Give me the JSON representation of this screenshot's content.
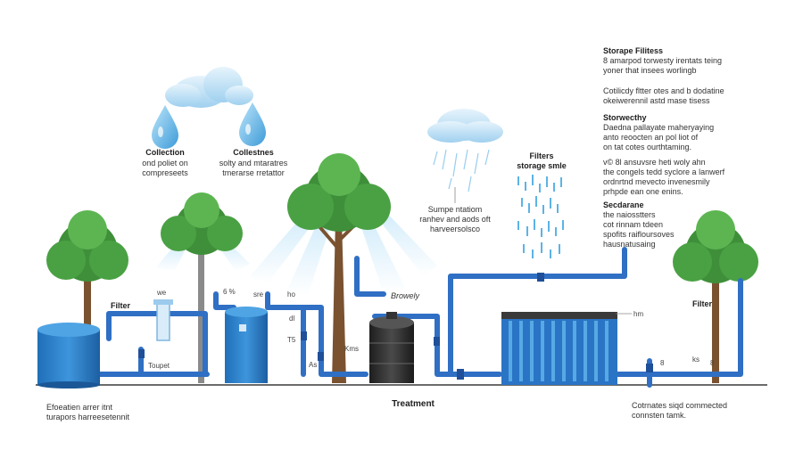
{
  "colors": {
    "pipe": "#2f6fc4",
    "pipe_dark": "#1f4f98",
    "tank_blue": "#2f84cf",
    "tank_dark": "#3a3a3a",
    "tree_green": "#3f8f3a",
    "trunk": "#7a5230",
    "cloud": "#bfe0f5",
    "water": "#8cc8ee",
    "ground": "#5a5a5a"
  },
  "icons": [
    "cloud-icon",
    "water-drop-icon",
    "tree-icon",
    "tank-icon",
    "pipe-icon",
    "rain-icon"
  ],
  "left_captions": {
    "collection": {
      "title": "Collection",
      "lines": [
        "ond poliet on",
        "compreseets"
      ]
    },
    "collestnes": {
      "title": "Collestnes",
      "lines": [
        "solty and mtaratres",
        "tmerarse rretattor"
      ]
    }
  },
  "middle_note": [
    "Sumpe ntatiom",
    "ranhev and aods oft",
    "harveersolsco"
  ],
  "filters_caption": [
    "Filters",
    "storage smle"
  ],
  "brovely_label": "Browely",
  "pipe_labels": {
    "we": "we",
    "filter_left": "Filter",
    "toupet": "Toupet",
    "pct": "6 %",
    "sre": "sre",
    "ho": "ho",
    "dl": "dl",
    "t5": "T5",
    "as": "As",
    "kms": "Kms",
    "hm": "hm",
    "filter_right": "Filter",
    "v1": "8",
    "v2": "ks",
    "v3": "8"
  },
  "treatment_label": "Treatment",
  "bottom_left": [
    "Efoeatien arrer itnt",
    "turapors harreesetennit"
  ],
  "bottom_right": [
    "Cotrnates siqd commected",
    "connsten tamk."
  ],
  "side_panel": [
    {
      "title": "Storape Filitess",
      "lines": [
        "8 amarpod torwesty irentats teing",
        "yoner that insees worlingb"
      ]
    },
    {
      "title": "",
      "lines": [
        "Cotilicdy fltter otes and b dodatine",
        "okeiwerennil astd mase tisess"
      ]
    },
    {
      "title": "Storwecthy",
      "lines": [
        "Daedna pallayate maheryaying",
        "anto reoocten an pol liot of",
        "on tat cotes ourthtaming."
      ]
    },
    {
      "title": "",
      "lines": [
        "v© 8l ansuvsre heti woly ahn",
        "the congels tedd syclore a lanwerf",
        "ordnrtnd mevecto invenesmily",
        "prhpde ean one enins."
      ]
    },
    {
      "title": "Secdarane",
      "lines": [
        "the naiosstters",
        "cot rinnam tdeen",
        "spofits raifloursoves",
        "hausnatusaing"
      ]
    }
  ]
}
